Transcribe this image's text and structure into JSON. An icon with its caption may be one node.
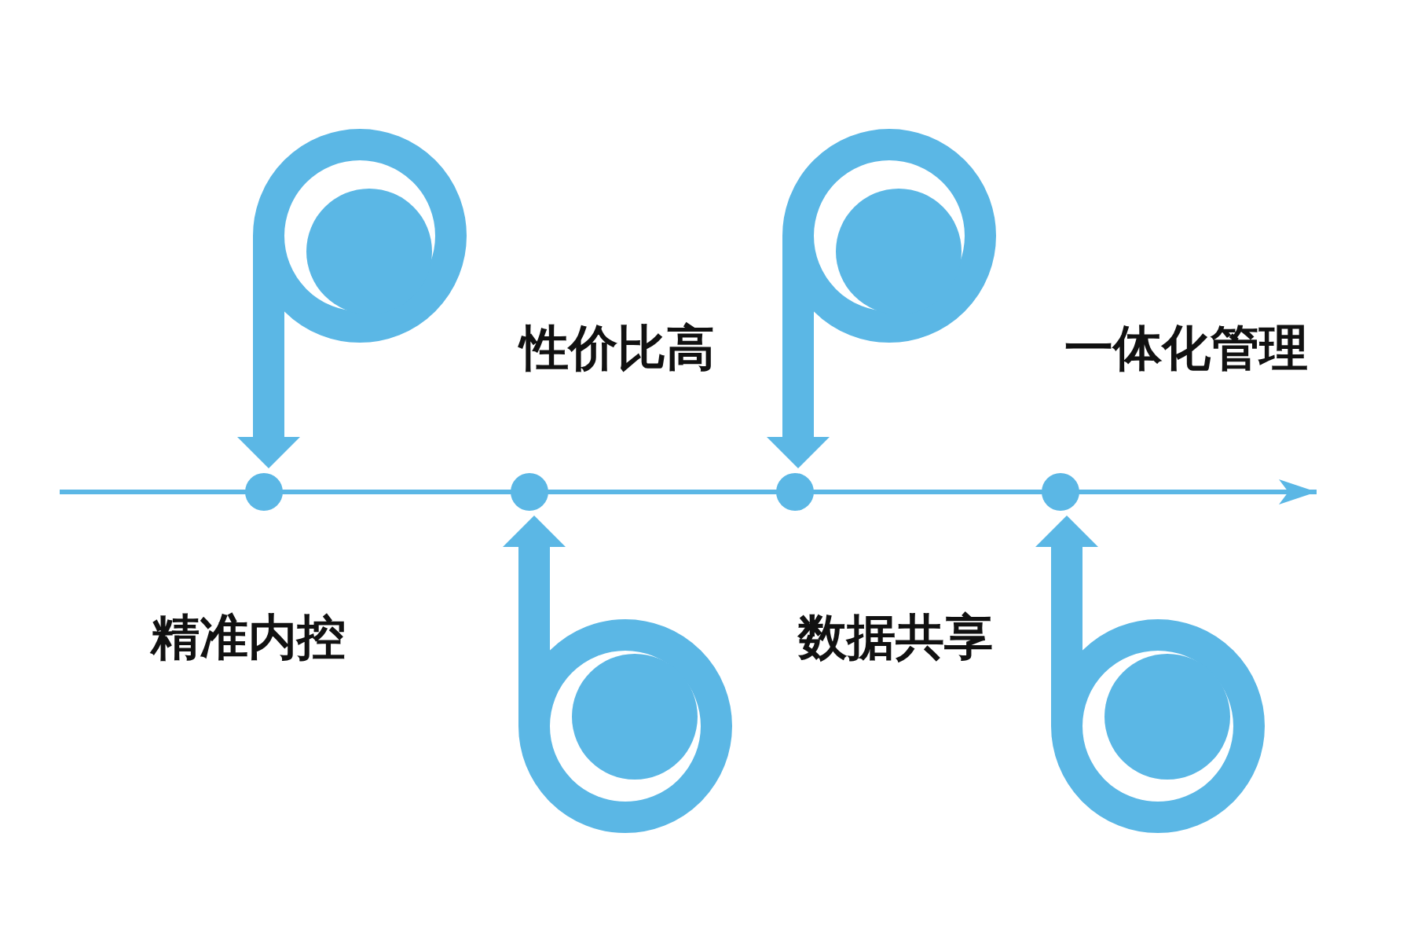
{
  "diagram": {
    "nodes": [
      {
        "text": [],
        "shape": "circle"
      },
      {
        "text": [],
        "shape": "circle"
      },
      {
        "text": [],
        "shape": "circle"
      },
      {
        "text": [],
        "shape": "circle"
      }
    ],
    "edges": [
      {
        "from": null,
        "to": 0,
        "arrow": "to"
      },
      {
        "from": null,
        "to": 1,
        "arrow": "to"
      },
      {
        "from": null,
        "to": 2,
        "arrow": "to"
      },
      {
        "from": null,
        "to": 3,
        "arrow": "to"
      }
    ],
    "labels": [
      "精准内控",
      "性价比高",
      "数据共享",
      "一体化管理"
    ]
  }
}
